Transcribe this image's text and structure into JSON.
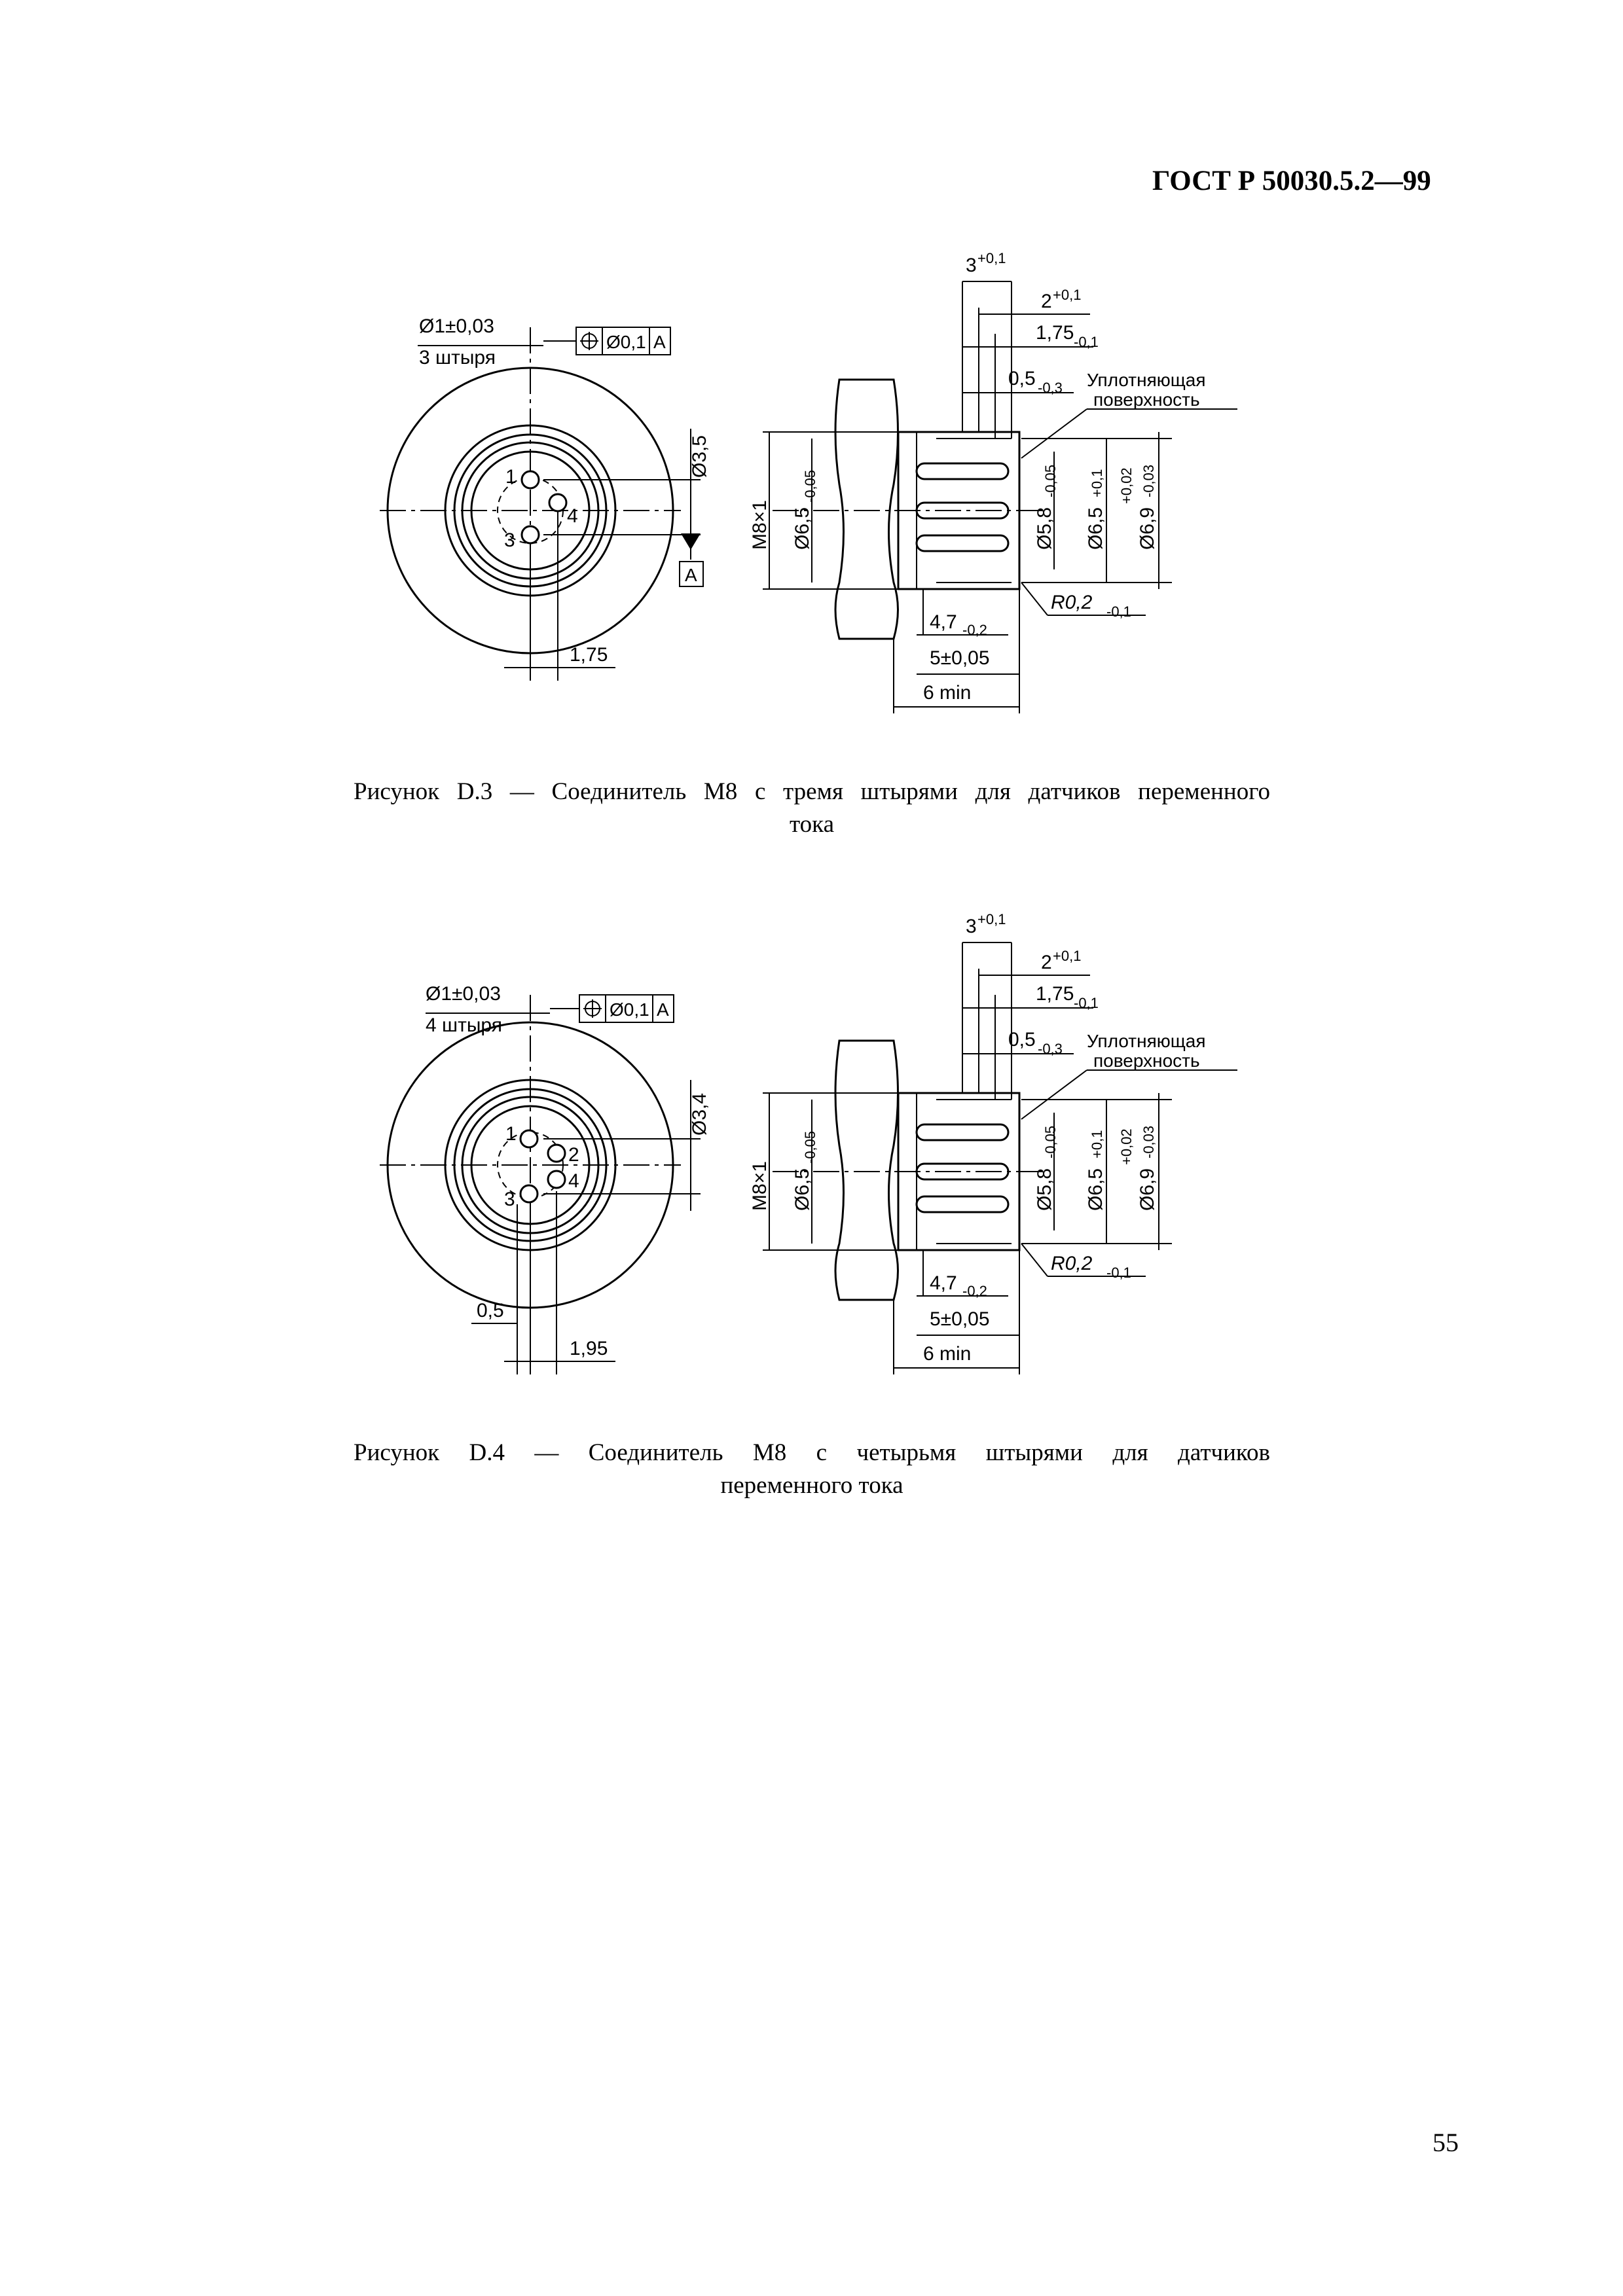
{
  "header": {
    "standard_code": "ГОСТ Р 50030.5.2—99"
  },
  "figures": [
    {
      "caption_line1": "Рисунок D.3 — Соединитель М8 с тремя штырями для датчиков переменного",
      "caption_line2": "тока",
      "front_view": {
        "pin_label_main": "Ø1±0,03",
        "pin_label_sub": "3 штыря",
        "position_tolerance": "Ø0,1",
        "datum": "A",
        "pcd": "Ø3,5",
        "offset_dims": [
          "",
          "1,75"
        ],
        "pin_numbers": [
          "1",
          "4",
          "3"
        ]
      },
      "side_view": {
        "thread": "M8×1",
        "dia_outer": "Ø6,5",
        "dia_outer_tol": "-0,05",
        "dia_inner": "Ø5,8",
        "dia_inner_tol": "-0,05",
        "dia_seal": "Ø6,5",
        "dia_seal_tol": "+0,1",
        "dia_max": "Ø6,9",
        "dia_max_tol_upper": "+0,02",
        "dia_max_tol_lower": "-0,03",
        "len_3": "3",
        "len_3_tol": "+0,1",
        "len_2": "2",
        "len_2_tol": "+0,1",
        "len_175": "1,75",
        "len_175_tol": "-0,1",
        "len_05": "0,5",
        "len_05_tol": "-0,3",
        "seal_line1": "Уплотняющая",
        "seal_line2": "поверхность",
        "len_47": "4,7",
        "len_47_tol": "-0,2",
        "radius": "R0,2",
        "radius_tol": "-0,1",
        "len_5": "5±0,05",
        "len_6": "6 min"
      }
    },
    {
      "caption_line1": "Рисунок D.4 — Соединитель М8 с четырьмя штырями для датчиков",
      "caption_line2": "переменного тока",
      "front_view": {
        "pin_label_main": "Ø1±0,03",
        "pin_label_sub": "4 штыря",
        "position_tolerance": "Ø0,1",
        "datum": "A",
        "pcd": "Ø3,4",
        "offset_dims": [
          "0,5",
          "1,95"
        ],
        "pin_numbers": [
          "1",
          "2",
          "4",
          "3"
        ]
      },
      "side_view": {
        "thread": "M8×1",
        "dia_outer": "Ø6,5",
        "dia_outer_tol": "-0,05",
        "dia_inner": "Ø5,8",
        "dia_inner_tol": "-0,05",
        "dia_seal": "Ø6,5",
        "dia_seal_tol": "+0,1",
        "dia_max": "Ø6,9",
        "dia_max_tol_upper": "+0,02",
        "dia_max_tol_lower": "-0,03",
        "len_3": "3",
        "len_3_tol": "+0,1",
        "len_2": "2",
        "len_2_tol": "+0,1",
        "len_175": "1,75",
        "len_175_tol": "-0,1",
        "len_05": "0,5",
        "len_05_tol": "-0,3",
        "seal_line1": "Уплотняющая",
        "seal_line2": "поверхность",
        "len_47": "4,7",
        "len_47_tol": "-0,2",
        "radius": "R0,2",
        "radius_tol": "-0,1",
        "len_5": "5±0,05",
        "len_6": "6 min"
      }
    }
  ],
  "page_number": "55"
}
